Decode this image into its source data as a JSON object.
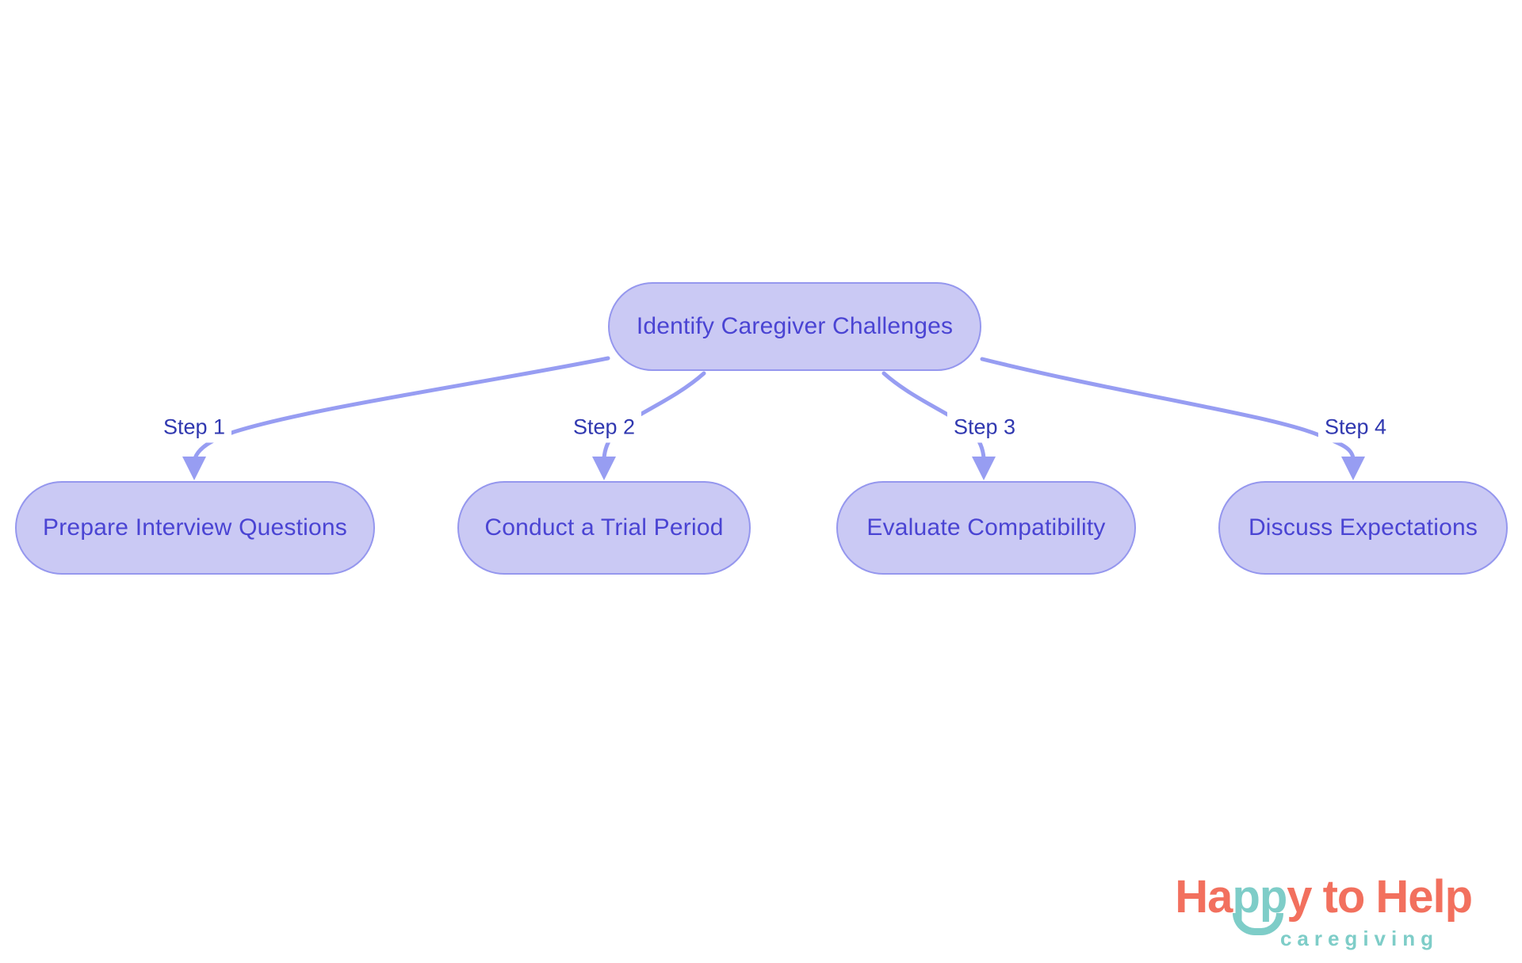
{
  "colors": {
    "node_fill": "#cac9f4",
    "node_border": "#9597ee",
    "node_text": "#4a44d3",
    "edge": "#979df2",
    "edge_label": "#3038b0",
    "logo_coral": "#f2705e",
    "logo_teal": "#7ecdc8",
    "bg": "#ffffff"
  },
  "flowchart": {
    "root": {
      "label": "Identify Caregiver Challenges"
    },
    "branches": [
      {
        "edge_label": "Step 1",
        "node_label": "Prepare Interview Questions"
      },
      {
        "edge_label": "Step 2",
        "node_label": "Conduct a Trial Period"
      },
      {
        "edge_label": "Step 3",
        "node_label": "Evaluate Compatibility"
      },
      {
        "edge_label": "Step 4",
        "node_label": "Discuss Expectations"
      }
    ]
  },
  "logo": {
    "part_ha": "Ha",
    "part_pp": "pp",
    "part_y": "y",
    "part_to": "to",
    "part_help": "Help",
    "subtitle": "caregiving"
  }
}
